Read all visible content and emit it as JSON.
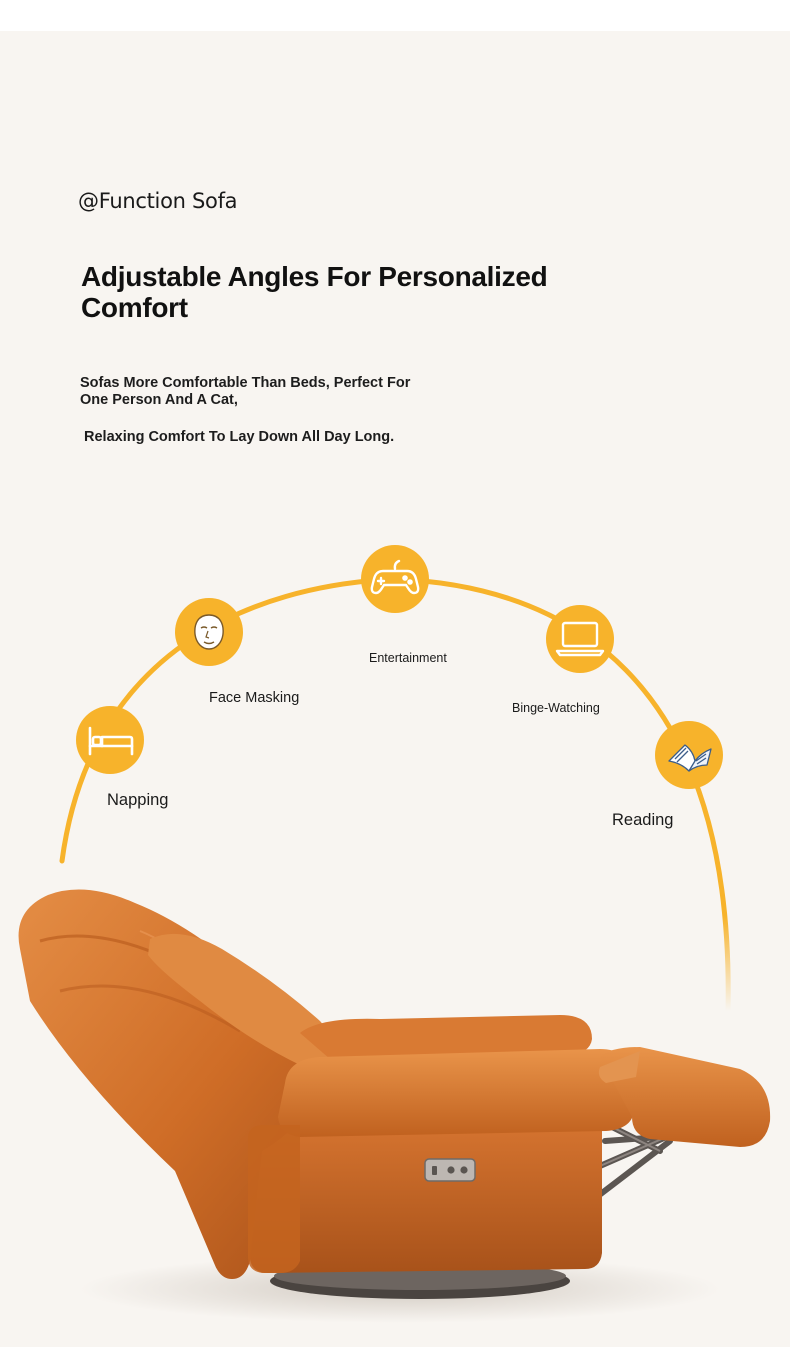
{
  "brand": {
    "title": "@Function Sofa"
  },
  "hero": {
    "headline_line1": "Adjustable Angles For Personalized",
    "headline_line2": "Comfort",
    "description_line1": "Sofas More Comfortable Than Beds, Perfect For",
    "description_line2": "One Person And A Cat,",
    "description_line3": "Relaxing Comfort To Lay Down All Day Long."
  },
  "functions": [
    {
      "label": "Napping",
      "icon": "bed-icon"
    },
    {
      "label": "Face Masking",
      "icon": "face-mask-icon"
    },
    {
      "label": "Entertainment",
      "icon": "gamepad-icon"
    },
    {
      "label": "Binge-Watching",
      "icon": "laptop-icon"
    },
    {
      "label": "Reading",
      "icon": "book-icon"
    }
  ],
  "colors": {
    "accent": "#f7b32b",
    "background": "#f8f5f1",
    "sofa": "#d9752e"
  }
}
